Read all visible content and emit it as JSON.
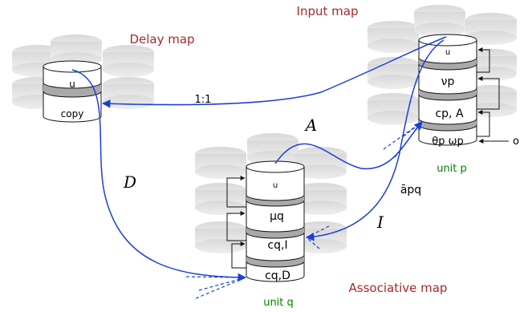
{
  "maps": {
    "delay": {
      "title": "Delay map",
      "cells": [
        "u",
        "copy"
      ]
    },
    "input": {
      "title": "Input map",
      "cells": [
        "u",
        "νp",
        "cp, A",
        "θp  ωp"
      ],
      "unit": "unit p"
    },
    "associative": {
      "title": "Associative map",
      "cells": [
        "u",
        "μq",
        "cq,I",
        "cq,D"
      ],
      "unit": "unit q"
    }
  },
  "edges": {
    "input_to_delay": "1:1",
    "delay_to_assoc": "D",
    "assoc_to_input": "A",
    "input_to_assoc": "I",
    "weight": "āpq",
    "external_input": "o"
  },
  "colors": {
    "title": "#a52a2a",
    "unit": "#008000",
    "arrow_blue": "#1a3fd6",
    "disc_top": "#dcdcdc",
    "disc_gray": "#a9a9a9"
  }
}
